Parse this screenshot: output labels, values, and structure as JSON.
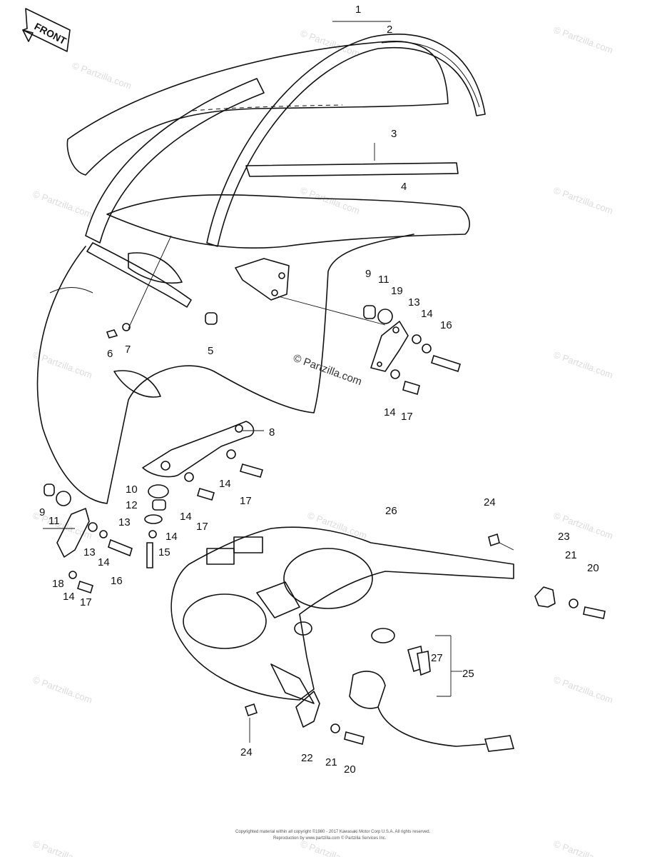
{
  "front_badge": "FRONT",
  "watermark": "© Partzilla.com",
  "copyright_line1": "Copyrighted material within all copyright ©1980 - 2017 Kawasaki Motor Corp U.S.A. All rights reserved.",
  "copyright_line2": "Reproduction by www.partzilla.com © Partzilla Services Inc.",
  "callouts": [
    "1",
    "2",
    "3",
    "4",
    "5",
    "6",
    "7",
    "8",
    "9",
    "11",
    "19",
    "13",
    "14",
    "16",
    "14",
    "17",
    "14",
    "17",
    "10",
    "12",
    "13",
    "14",
    "17",
    "14",
    "15",
    "9",
    "11",
    "13",
    "14",
    "16",
    "18",
    "14",
    "17",
    "26",
    "24",
    "23",
    "21",
    "20",
    "27",
    "25",
    "24",
    "22",
    "21",
    "20"
  ]
}
